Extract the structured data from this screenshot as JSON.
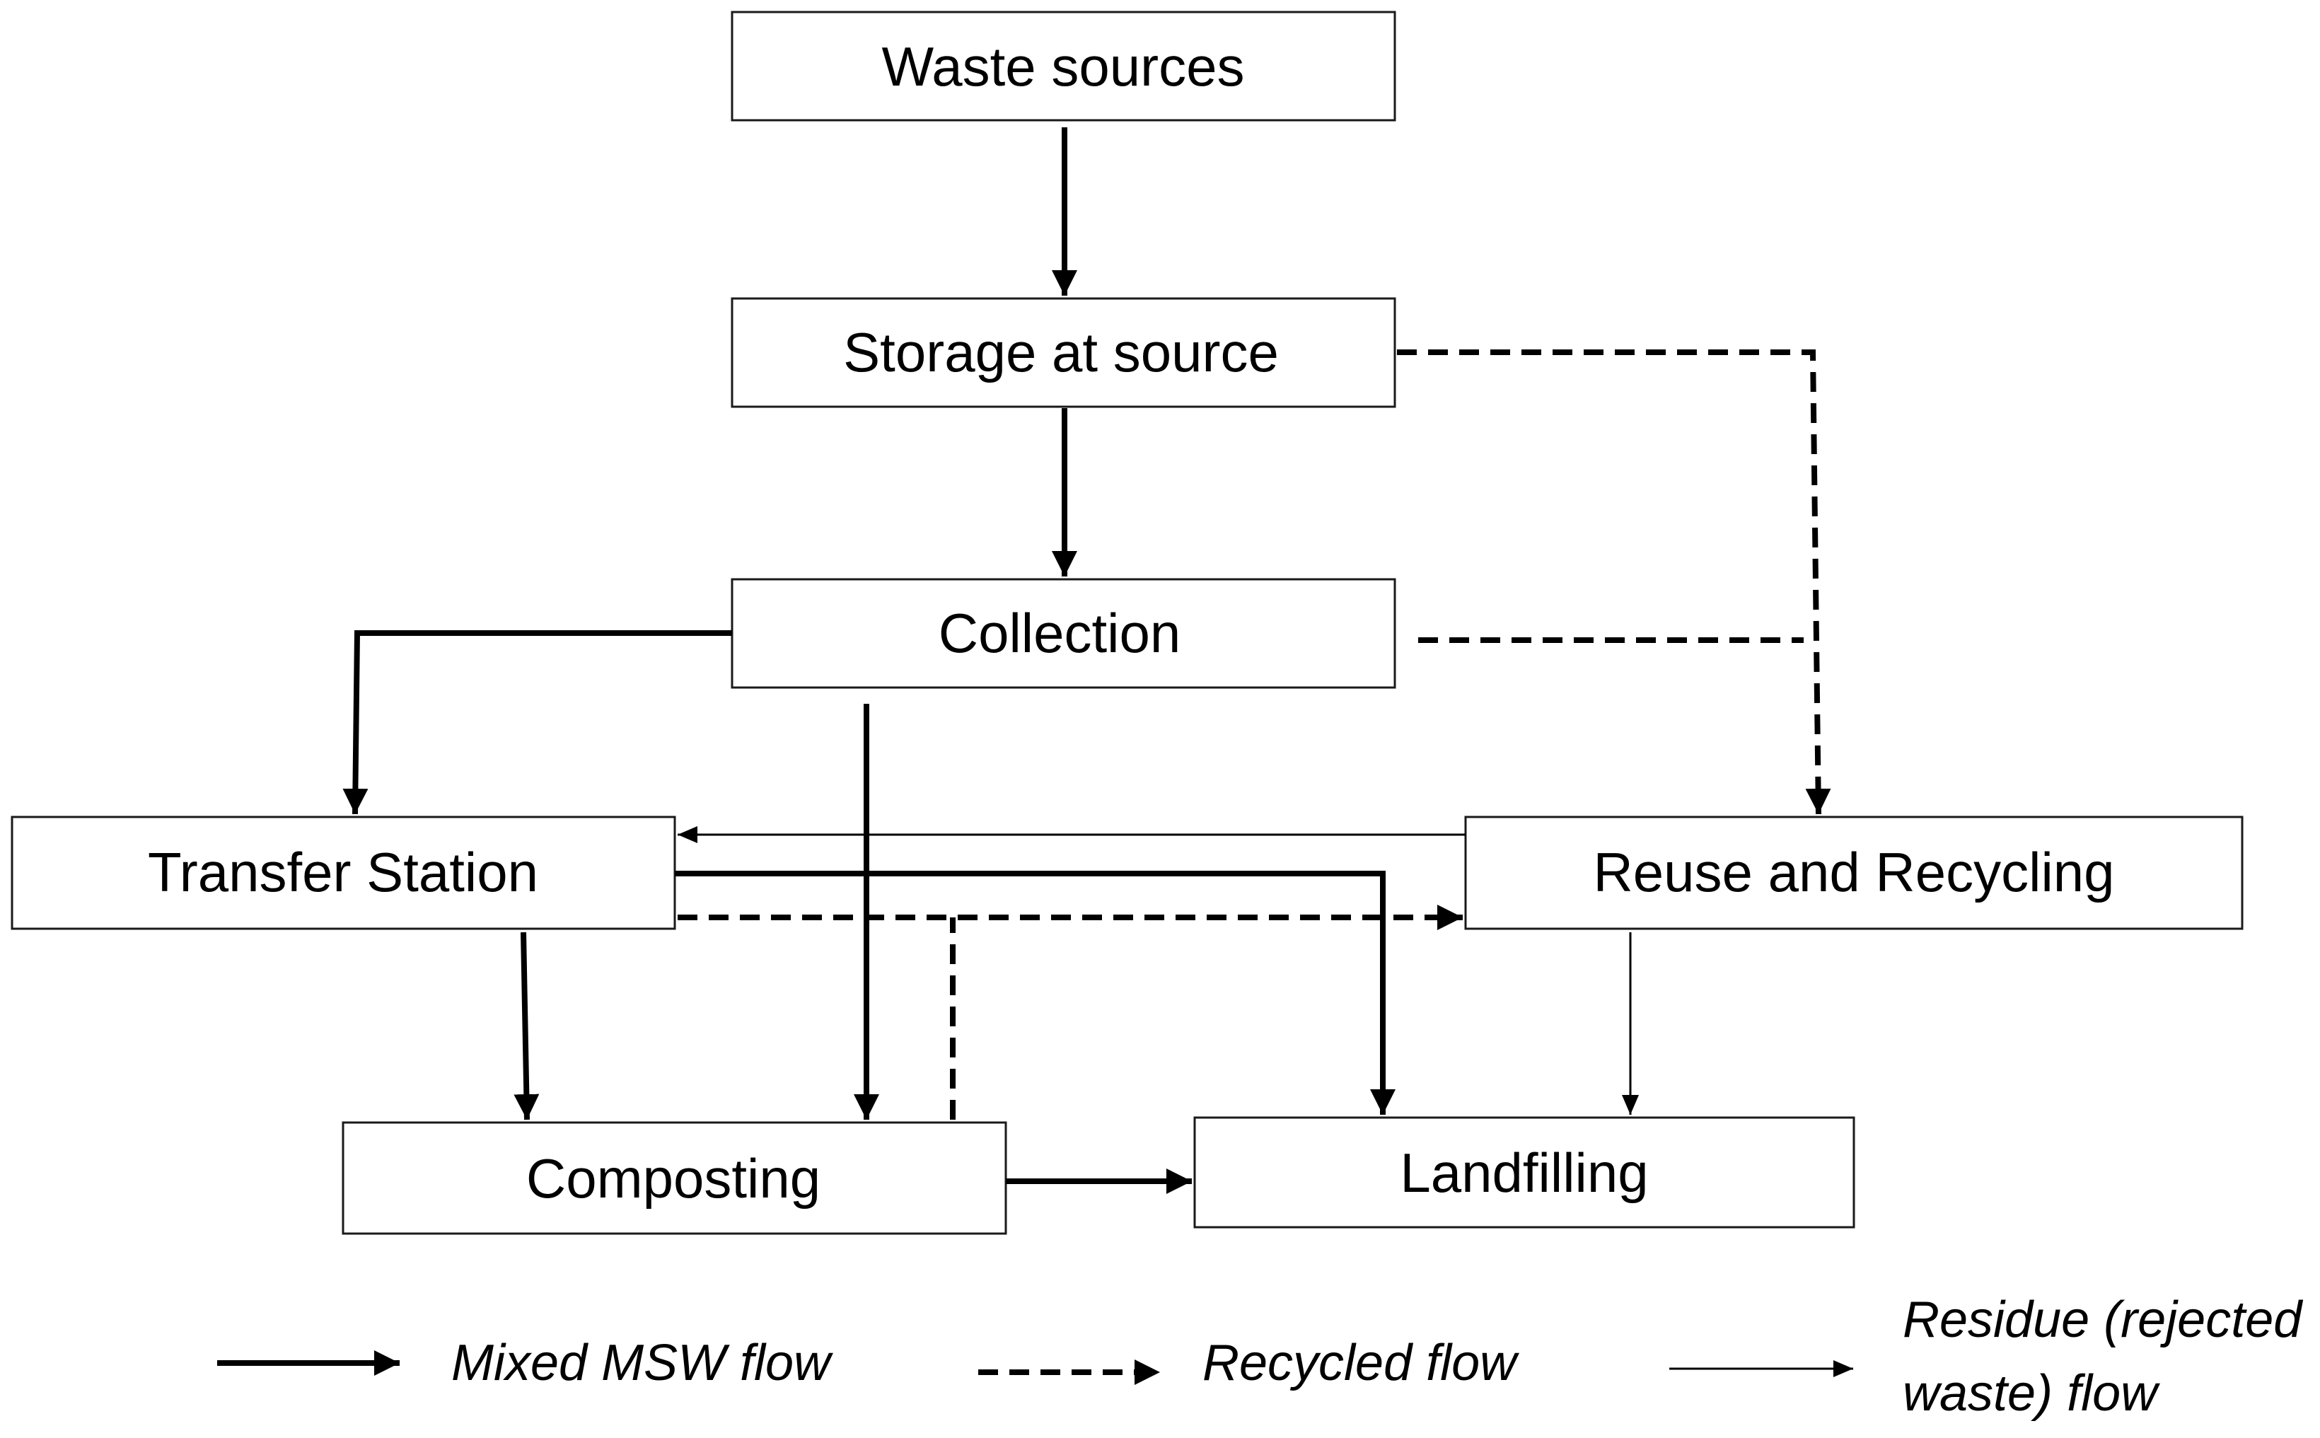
{
  "nodes": {
    "waste_sources": "Waste sources",
    "storage_at_source": "Storage at source",
    "collection": "Collection",
    "transfer_station": "Transfer Station",
    "reuse_recycling": "Reuse and Recycling",
    "composting": "Composting",
    "landfilling": "Landfilling"
  },
  "legend": {
    "mixed": "Mixed MSW flow",
    "recycled": "Recycled flow",
    "residue_line1": "Residue (rejected",
    "residue_line2": "waste) flow"
  },
  "flows": [
    {
      "from": "Waste sources",
      "to": "Storage at source",
      "type": "mixed"
    },
    {
      "from": "Storage at source",
      "to": "Collection",
      "type": "mixed"
    },
    {
      "from": "Storage at source",
      "to": "Reuse and Recycling",
      "type": "recycled"
    },
    {
      "from": "Collection",
      "to": "Reuse and Recycling",
      "type": "recycled"
    },
    {
      "from": "Collection",
      "to": "Transfer Station",
      "type": "mixed"
    },
    {
      "from": "Collection",
      "to": "Composting",
      "type": "mixed"
    },
    {
      "from": "Reuse and Recycling",
      "to": "Transfer Station",
      "type": "residue"
    },
    {
      "from": "Transfer Station",
      "to": "Landfilling",
      "type": "mixed"
    },
    {
      "from": "Transfer Station",
      "to": "Reuse and Recycling",
      "type": "recycled"
    },
    {
      "from": "Composting",
      "to": "Reuse and Recycling",
      "type": "recycled"
    },
    {
      "from": "Transfer Station",
      "to": "Composting",
      "type": "mixed"
    },
    {
      "from": "Reuse and Recycling",
      "to": "Landfilling",
      "type": "residue"
    },
    {
      "from": "Composting",
      "to": "Landfilling",
      "type": "mixed"
    }
  ]
}
